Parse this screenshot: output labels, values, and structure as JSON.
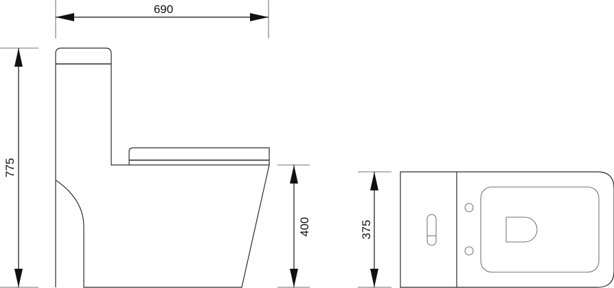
{
  "dimensions": {
    "width": "690",
    "height": "775",
    "seat_height": "400",
    "top_view_width": "375"
  },
  "colors": {
    "line": "#2a2a2a",
    "background": "#ffffff"
  }
}
